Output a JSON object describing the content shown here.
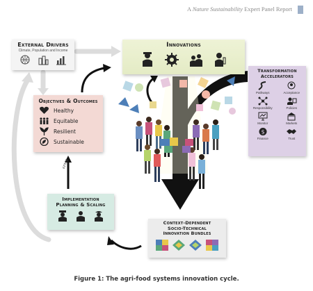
{
  "header": {
    "prefix": "A",
    "journal": "Nature Sustainability",
    "suffix": "Expert Panel Report"
  },
  "external_drivers": {
    "title": "External Drivers",
    "subtitle": "Climate, Population and Income",
    "icons": [
      "globe-icon",
      "city-icon",
      "bar-chart-icon"
    ]
  },
  "innovations": {
    "title": "Innovations",
    "icons": [
      "farmer-icon",
      "gear-icon",
      "people-icon",
      "scientist-icon"
    ]
  },
  "objectives": {
    "title": "Objectives & Outcomes",
    "items": [
      {
        "label": "Healthy",
        "icon": "heart-icon"
      },
      {
        "label": "Equitable",
        "icon": "people-row-icon"
      },
      {
        "label": "Resilient",
        "icon": "plant-icon"
      },
      {
        "label": "Sustainable",
        "icon": "leaf-globe-icon"
      }
    ]
  },
  "accelerators": {
    "title_line1": "Transformation",
    "title_line2": "Accelerators",
    "items": [
      "Pathways",
      "Acceptance",
      "Responsibility",
      "Policies",
      "Monitor",
      "Markets",
      "Finance",
      "Trust"
    ]
  },
  "implementation": {
    "title_line1": "Implementation",
    "title_line2": "Planning & Scaling",
    "icons": [
      "officer-icon",
      "farmer-icon",
      "worker-icon"
    ]
  },
  "bundles": {
    "title_line1": "Context-Dependent",
    "title_line2": "Socio-Technical",
    "title_line3": "Innovation Bundles"
  },
  "kpms_label": "KPMS",
  "caption": "Figure 1: The agri-food systems innovation cycle.",
  "colors": {
    "innovations_bg": "#e4ebc5",
    "objectives_bg": "#f3d9d4",
    "accelerators_bg": "#ddd0e6",
    "implementation_bg": "#d6ebe3",
    "bundles_bg": "#ececec",
    "arrow": "#111111"
  }
}
